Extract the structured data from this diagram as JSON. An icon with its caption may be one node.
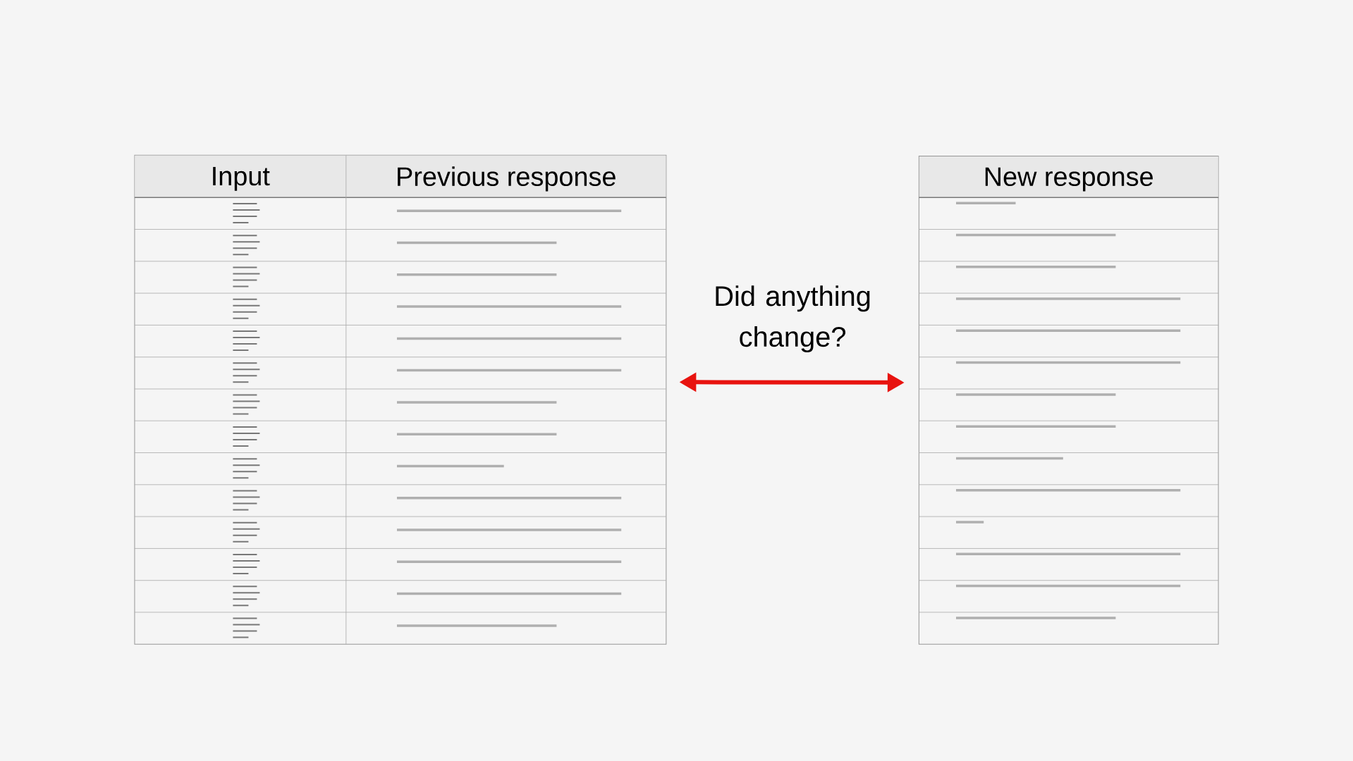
{
  "diagram": {
    "nodes": [
      {
        "text": [
          "Input",
          "Previous response"
        ]
      },
      {
        "text": [
          "New response"
        ]
      }
    ],
    "edges": [
      {
        "from": 0,
        "to": 1,
        "arrow": "both",
        "label": "Did anything change?",
        "color": "#e8130f"
      }
    ]
  }
}
